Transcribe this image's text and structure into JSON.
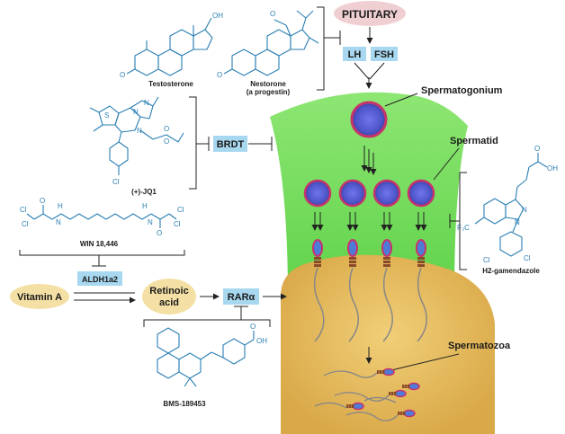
{
  "hormones": {
    "pituitary": "PITUITARY",
    "lh": "LH",
    "fsh": "FSH"
  },
  "compounds": {
    "testosterone": "Testosterone",
    "nestorone": "Nestorone",
    "nestorone_note": "(a progestin)",
    "jq1": "(+)-JQ1",
    "win": "WIN 18,446",
    "bms": "BMS-189453",
    "h2g": "H2-gamendazole"
  },
  "targets": {
    "brdt": "BRDT",
    "aldh": "ALDH1a2",
    "rar": "RARα"
  },
  "pathway": {
    "vitamin_a": "Vitamin A",
    "retinoic_line1": "Retinoic",
    "retinoic_line2": "acid"
  },
  "cells": {
    "spermatogonium": "Spermatogonium",
    "spermatid": "Spermatid",
    "spermatozoa": "Spermatozoa"
  },
  "atoms": {
    "oh": "OH",
    "o": "O",
    "n": "N",
    "h": "H",
    "cl": "Cl",
    "s": "S",
    "cf3": "F₃C",
    "cooh": "OH"
  },
  "colors": {
    "pituitary_fill": "#f0cfd3",
    "target_box": "#a8d8ef",
    "tube_green": "#7fe066",
    "base_tan": "#e6c065",
    "pill_tan": "#f4e0a4",
    "cell_blue": "#5b62d6",
    "cell_ring": "#c8336b",
    "chem_blue": "#2b7fb3"
  }
}
